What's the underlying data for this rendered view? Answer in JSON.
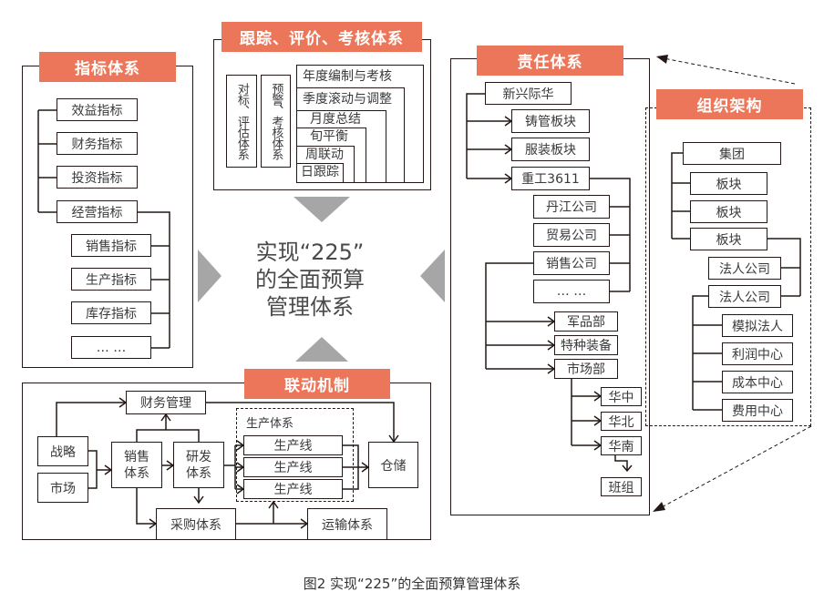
{
  "center": {
    "line1": "实现“225”",
    "line2": "的全面预算",
    "line3": "管理体系"
  },
  "caption": "图2  实现“225”的全面预算管理体系",
  "colors": {
    "header": "#EC765A",
    "arrow": "#A6A6A6",
    "line": "#231815"
  },
  "indicator_system": {
    "title": "指标体系",
    "items": [
      "效益指标",
      "财务指标",
      "投资指标",
      "经营指标"
    ],
    "sub_items": [
      "销售指标",
      "生产指标",
      "库存指标",
      "… …"
    ]
  },
  "tracking_system": {
    "title": "跟踪、评价、考核体系",
    "vertical": [
      "对标、评估体系",
      "预警、考核体系"
    ],
    "nested": [
      "年度编制与考核",
      "季度滚动与调整",
      "月度总结",
      "旬平衡",
      "周联动",
      "日跟踪"
    ]
  },
  "responsibility_system": {
    "title": "责任体系",
    "root": "新兴际华",
    "level1": [
      "铸管板块",
      "服装板块",
      "重工3611"
    ],
    "level2": [
      "丹江公司",
      "贸易公司",
      "销售公司",
      "… …"
    ],
    "level3": [
      "军品部",
      "特种装备",
      "市场部"
    ],
    "level4": [
      "华中",
      "华北",
      "华南"
    ],
    "level5": "班组"
  },
  "org_structure": {
    "title": "组织架构",
    "root": "集团",
    "segments": [
      "板块",
      "板块",
      "板块"
    ],
    "companies": [
      "法人公司",
      "法人公司"
    ],
    "centers": [
      "模拟法人",
      "利润中心",
      "成本中心",
      "费用中心"
    ]
  },
  "linkage_mechanism": {
    "title": "联动机制",
    "strategy": "战略",
    "market": "市场",
    "finance": "财务管理",
    "sales": [
      "销售",
      "体系"
    ],
    "rnd": [
      "研发",
      "体系"
    ],
    "production_group": "生产体系",
    "production_lines": [
      "生产线",
      "生产线",
      "生产线"
    ],
    "warehouse": "仓储",
    "procurement": "采购体系",
    "transport": "运输体系"
  }
}
